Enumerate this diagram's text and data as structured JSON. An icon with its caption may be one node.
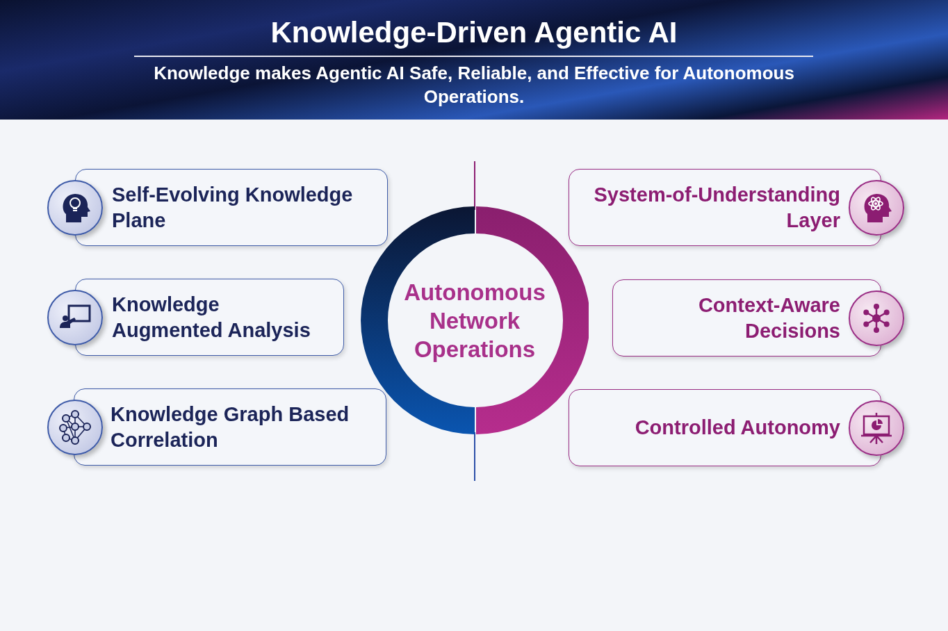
{
  "diagram": {
    "title": "Knowledge-Driven Agentic AI",
    "nodes": [
      {
        "text": [
          "Self-Evolving Knowledge Plane"
        ]
      },
      {
        "text": [
          "Knowledge Augmented Analysis"
        ]
      },
      {
        "text": [
          "Knowledge Graph Based Correlation"
        ]
      },
      {
        "text": [
          "Autonomous Network Operations"
        ]
      },
      {
        "text": [
          "System-of-Understanding Layer"
        ]
      },
      {
        "text": [
          "Context-Aware Decisions"
        ]
      },
      {
        "text": [
          "Controlled Autonomy"
        ]
      }
    ],
    "edges": [],
    "labels": [
      "Knowledge makes Agentic AI Safe, Reliable, and Effective for Autonomous Operations."
    ]
  }
}
